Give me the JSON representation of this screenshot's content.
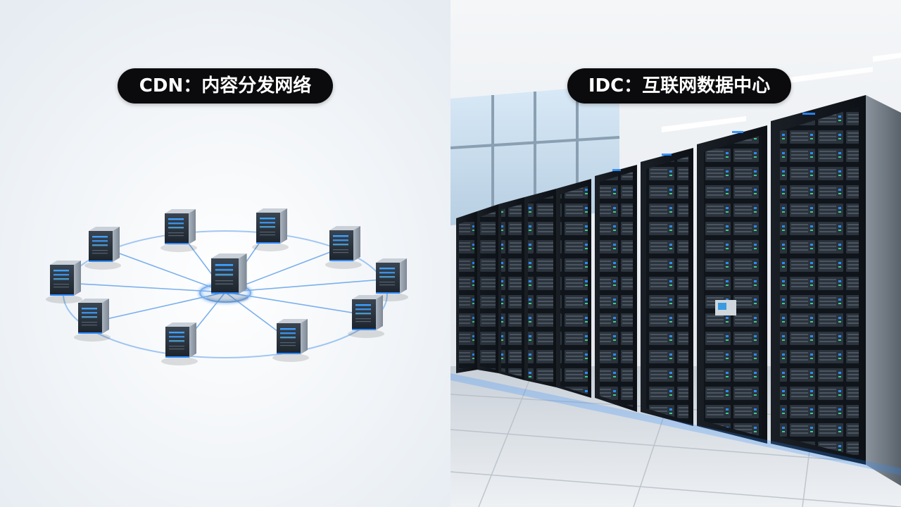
{
  "panels": {
    "left": {
      "label": "CDN：内容分发网络",
      "illustration": "cdn-network-icon",
      "accent": "#6ea8ec"
    },
    "right": {
      "label": "IDC：互联网数据中心",
      "illustration": "server-racks-photo",
      "accent": "#2a8cff"
    }
  }
}
